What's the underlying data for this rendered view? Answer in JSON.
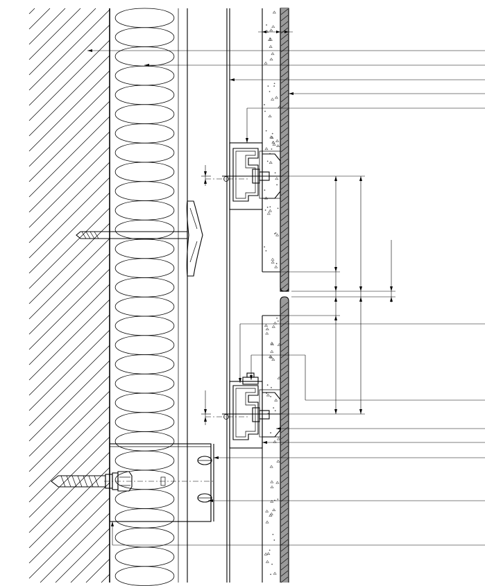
{
  "colors": {
    "line": "#000000",
    "background": "#ffffff",
    "cladding_fill": "#9a9a9a",
    "concrete_speckle": "#555555"
  },
  "drawing": {
    "components": [
      "concrete-wall",
      "mineral-wool-insulation",
      "insulation-anchor",
      "wall-bracket",
      "anchor-bolt",
      "vertical-profile",
      "cement-board",
      "stone-cladding-panel",
      "panel-clip",
      "leader-lines",
      "dimension-lines"
    ]
  }
}
